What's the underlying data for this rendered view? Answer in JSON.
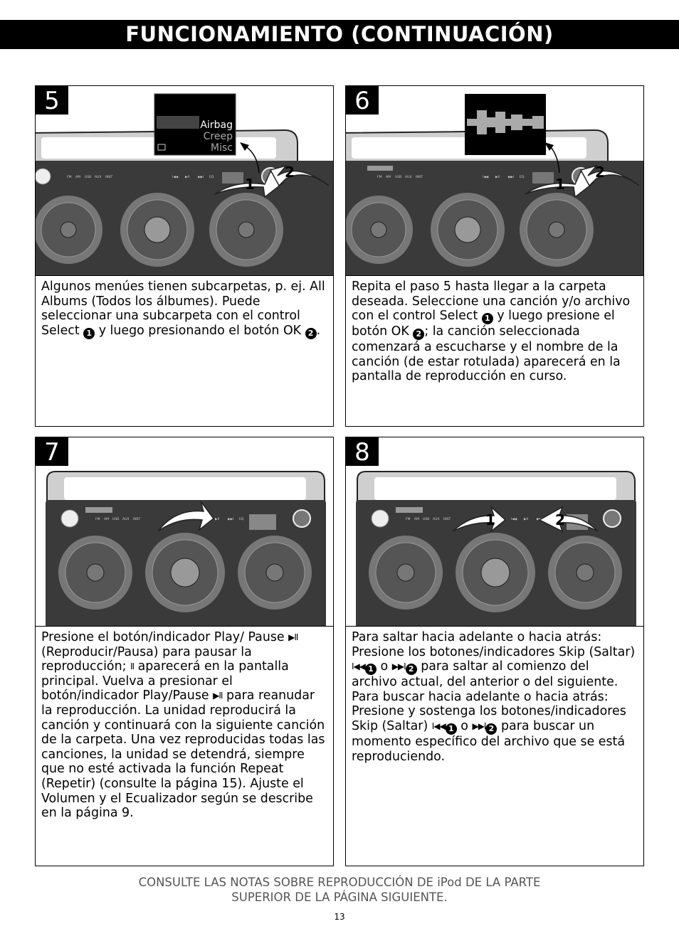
{
  "header": {
    "title": "FUNCIONAMIENTO (CONTINUACIÓN)"
  },
  "colors": {
    "header_bg": "#000000",
    "speaker_body": "#3a3a3a",
    "speaker_trim": "#cfcfcf"
  },
  "steps": [
    {
      "number": "5",
      "screen": {
        "items": [
          "Airbag",
          "Creep",
          "Misc"
        ]
      },
      "callouts": [
        "1",
        "2"
      ],
      "text": {
        "a": "Algunos menúes tienen subcarpetas, p. ej. All Albums (Todos los álbumes). Puede seleccionar una subcarpeta con el control Select ",
        "c1": "1",
        "b": " y luego presionando el botón OK ",
        "c2": "2",
        "c": "."
      }
    },
    {
      "number": "6",
      "callouts": [
        "1",
        "2"
      ],
      "text": {
        "a": "Repita el paso 5 hasta llegar a la carpeta deseada. Seleccione una canción y/o archivo con el control Select ",
        "c1": "1",
        "b": " y luego presione el botón OK ",
        "c2": "2",
        "c": "; la canción seleccionada comenzará a escucharse y el nombre de la canción (de estar rotulada) aparecerá en la pantalla de reproducción en curso."
      }
    },
    {
      "number": "7",
      "text": {
        "a": "Presione el botón/indicador Play/ Pause ",
        "i1": "▶II",
        "b": " (Reproducir/Pausa) para pausar la reproducción; ",
        "i2": "II",
        "c": " aparecerá en la pantalla principal. Vuelva a presionar el botón/indicador Play/Pause ",
        "i3": "▶II",
        "d": " para reanudar la reproducción. La unidad reproducirá la canción y continuará con la siguiente canción de la carpeta. Una vez reproducidas todas las canciones, la unidad se detendrá, siempre que no esté activada la función Repeat (Repetir) (consulte la página 15). Ajuste el Volumen y el Ecualizador según se describe en la página 9."
      }
    },
    {
      "number": "8",
      "callouts": [
        "1",
        "2"
      ],
      "text": {
        "a": "Para saltar hacia adelante o hacia atrás: Presione los botones/indicadores Skip (Saltar) ",
        "i1": "I◀◀",
        "c1": "1",
        "b": " o ",
        "i2": "▶▶I",
        "c2": "2",
        "c": " para saltar al comienzo del archivo actual, del anterior o del siguiente. Para buscar hacia adelante o hacia atrás: Presione y sostenga los botones/indicadores Skip (Saltar) ",
        "i3": "I◀◀",
        "c3": "1",
        "d": " o ",
        "i4": "▶▶I",
        "c4": "2",
        "e": " para buscar un momento específico del archivo que se está reproduciendo."
      }
    }
  ],
  "unit_labels": {
    "sources": [
      "FM",
      "AM",
      "USB",
      "AUX",
      "INST"
    ],
    "transport": [
      "I◀◀",
      "▶II",
      "▶▶I"
    ],
    "eq": "EQ"
  },
  "footer": {
    "line1": "CONSULTE LAS NOTAS SOBRE REPRODUCCIÓN DE iPod DE LA PARTE",
    "line2": "SUPERIOR DE LA PÁGINA SIGUIENTE."
  },
  "page_number": "13"
}
